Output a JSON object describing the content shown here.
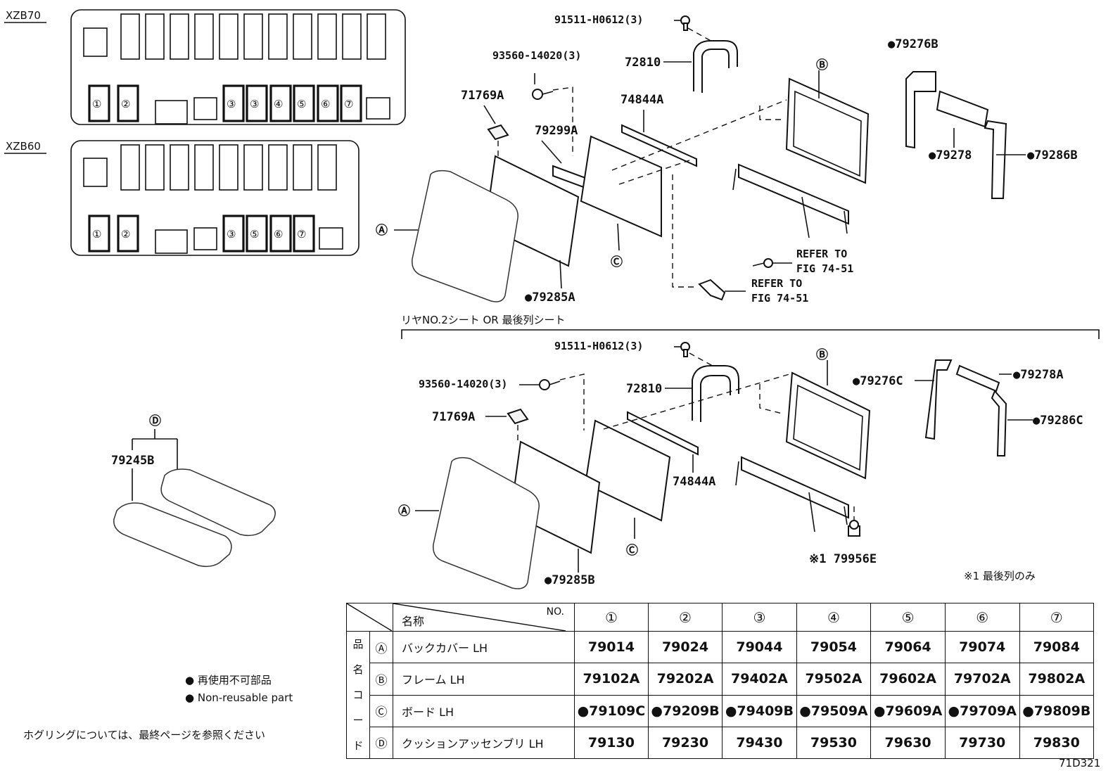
{
  "variants": {
    "xzb70": {
      "label": "XZB70",
      "bottom_cells": [
        "①",
        "②",
        "",
        "",
        "③",
        "③",
        "④",
        "⑤",
        "⑥",
        "⑦",
        ""
      ]
    },
    "xzb60": {
      "label": "XZB60",
      "bottom_cells": [
        "①",
        "②",
        "",
        "",
        "③",
        "⑤",
        "⑥",
        "⑦",
        ""
      ]
    }
  },
  "upper_diagram": {
    "callouts": {
      "bolt_top": "91511-H0612(3)",
      "screw": "93560-14020(3)",
      "headrest": "72810",
      "clip": "71769A",
      "bracket": "79299A",
      "bar": "74844A",
      "frame": "Ⓑ",
      "cover_a": "Ⓐ",
      "board_c": "Ⓒ",
      "pad": "●79285A",
      "part_276": "●79276B",
      "part_278": "●79278",
      "part_286": "●79286B",
      "refer1_a": "REFER TO",
      "refer1_b": "FIG 74-51",
      "refer2_a": "REFER TO",
      "refer2_b": "FIG 74-51"
    }
  },
  "section_title": "リヤNO.2シート OR 最後列シート",
  "lower_diagram": {
    "callouts": {
      "bolt_top": "91511-H0612(3)",
      "screw": "93560-14020(3)",
      "headrest": "72810",
      "clip": "71769A",
      "bar": "74844A",
      "frame": "Ⓑ",
      "cover_a": "Ⓐ",
      "board_c": "Ⓒ",
      "pad": "●79285B",
      "part_276": "●79276C",
      "part_278": "●79278A",
      "part_286": "●79286C",
      "nut": "※1 79956E",
      "note": "※1 最後列のみ"
    }
  },
  "cushion": {
    "marker": "Ⓓ",
    "part": "79245B"
  },
  "table": {
    "header_name": "名称",
    "header_no": "NO.",
    "side_label": [
      "品",
      "名",
      "コ",
      "ー",
      "ド"
    ],
    "columns": [
      "①",
      "②",
      "③",
      "④",
      "⑤",
      "⑥",
      "⑦"
    ],
    "rows": [
      {
        "marker": "Ⓐ",
        "name": "バックカバー LH",
        "values": [
          "79014",
          "79024",
          "79044",
          "79054",
          "79064",
          "79074",
          "79084"
        ]
      },
      {
        "marker": "Ⓑ",
        "name": "フレーム LH",
        "values": [
          "79102A",
          "79202A",
          "79402A",
          "79502A",
          "79602A",
          "79702A",
          "79802A"
        ]
      },
      {
        "marker": "Ⓒ",
        "name": "ボード LH",
        "values": [
          "●79109C",
          "●79209B",
          "●79409B",
          "●79509A",
          "●79609A",
          "●79709A",
          "●79809B"
        ]
      },
      {
        "marker": "Ⓓ",
        "name": "クッションアッセンブリ LH",
        "values": [
          "79130",
          "79230",
          "79430",
          "79530",
          "79630",
          "79730",
          "79830"
        ]
      }
    ]
  },
  "legend": {
    "line1": "● 再使用不可部品",
    "line2": "● Non-reusable part"
  },
  "footer_note": "ホグリングについては、最終ページを参照ください",
  "figure_code": "71D321"
}
